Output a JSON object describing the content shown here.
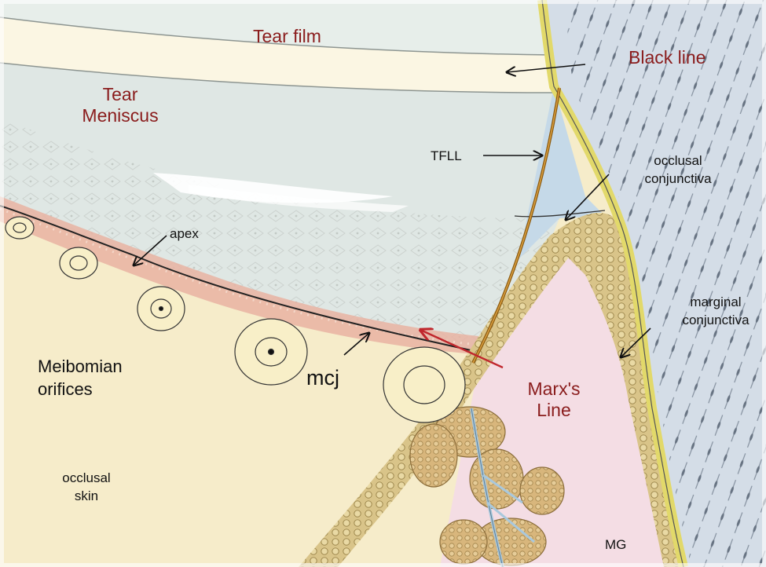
{
  "labels": {
    "tear_film": "Tear film",
    "black_line": "Black line",
    "tear_meniscus": [
      "Tear",
      "Meniscus"
    ],
    "tfll": "TFLL",
    "occlusal_conjunctiva": [
      "occlusal",
      "conjunctiva"
    ],
    "apex": "apex",
    "marginal_conjunctiva": [
      "marginal",
      "conjunctiva"
    ],
    "meibomian_orifices": [
      "Meibomian",
      "orifices"
    ],
    "mcj": "mcj",
    "marxs_line": [
      "Marx's",
      "Line"
    ],
    "occlusal_skin": [
      "occlusal",
      "skin"
    ],
    "mg": "MG"
  },
  "colors": {
    "label_red": "#8a1c1c",
    "marx_arrow": "#c0272d",
    "skin": "#f6ecca",
    "gland_tissue": "#f4dde4",
    "meniscus": "#dfe7e4",
    "conjunctiva_blue": "#c5d9e8",
    "gland_lobules": "#d8b67c",
    "epithelium": "#d9c489"
  }
}
